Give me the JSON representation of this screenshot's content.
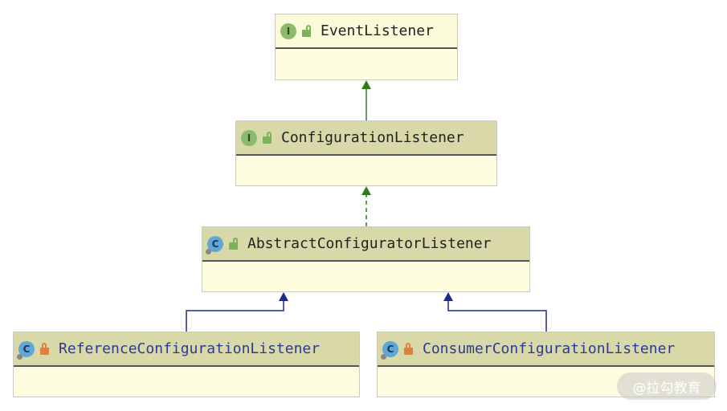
{
  "classes": {
    "event_listener": {
      "name": "EventListener",
      "kind": "I"
    },
    "configuration_listener": {
      "name": "ConfigurationListener",
      "kind": "I"
    },
    "abstract_configurator_listener": {
      "name": "AbstractConfiguratorListener",
      "kind": "C"
    },
    "reference_configuration_listener": {
      "name": "ReferenceConfigurationListener",
      "kind": "C"
    },
    "consumer_configuration_listener": {
      "name": "ConsumerConfigurationListener",
      "kind": "C"
    }
  },
  "watermark": "@拉勾教育",
  "colors": {
    "interface_badge": "#8cba6c",
    "class_badge": "#5fa7d6",
    "extends_arrow": "#2e7d1a",
    "implements_arrow": "#1e2a8a",
    "class_name_private": "#2c3a94"
  },
  "icons": [
    "interface-icon",
    "class-icon",
    "public-lock-icon",
    "private-lock-icon"
  ]
}
